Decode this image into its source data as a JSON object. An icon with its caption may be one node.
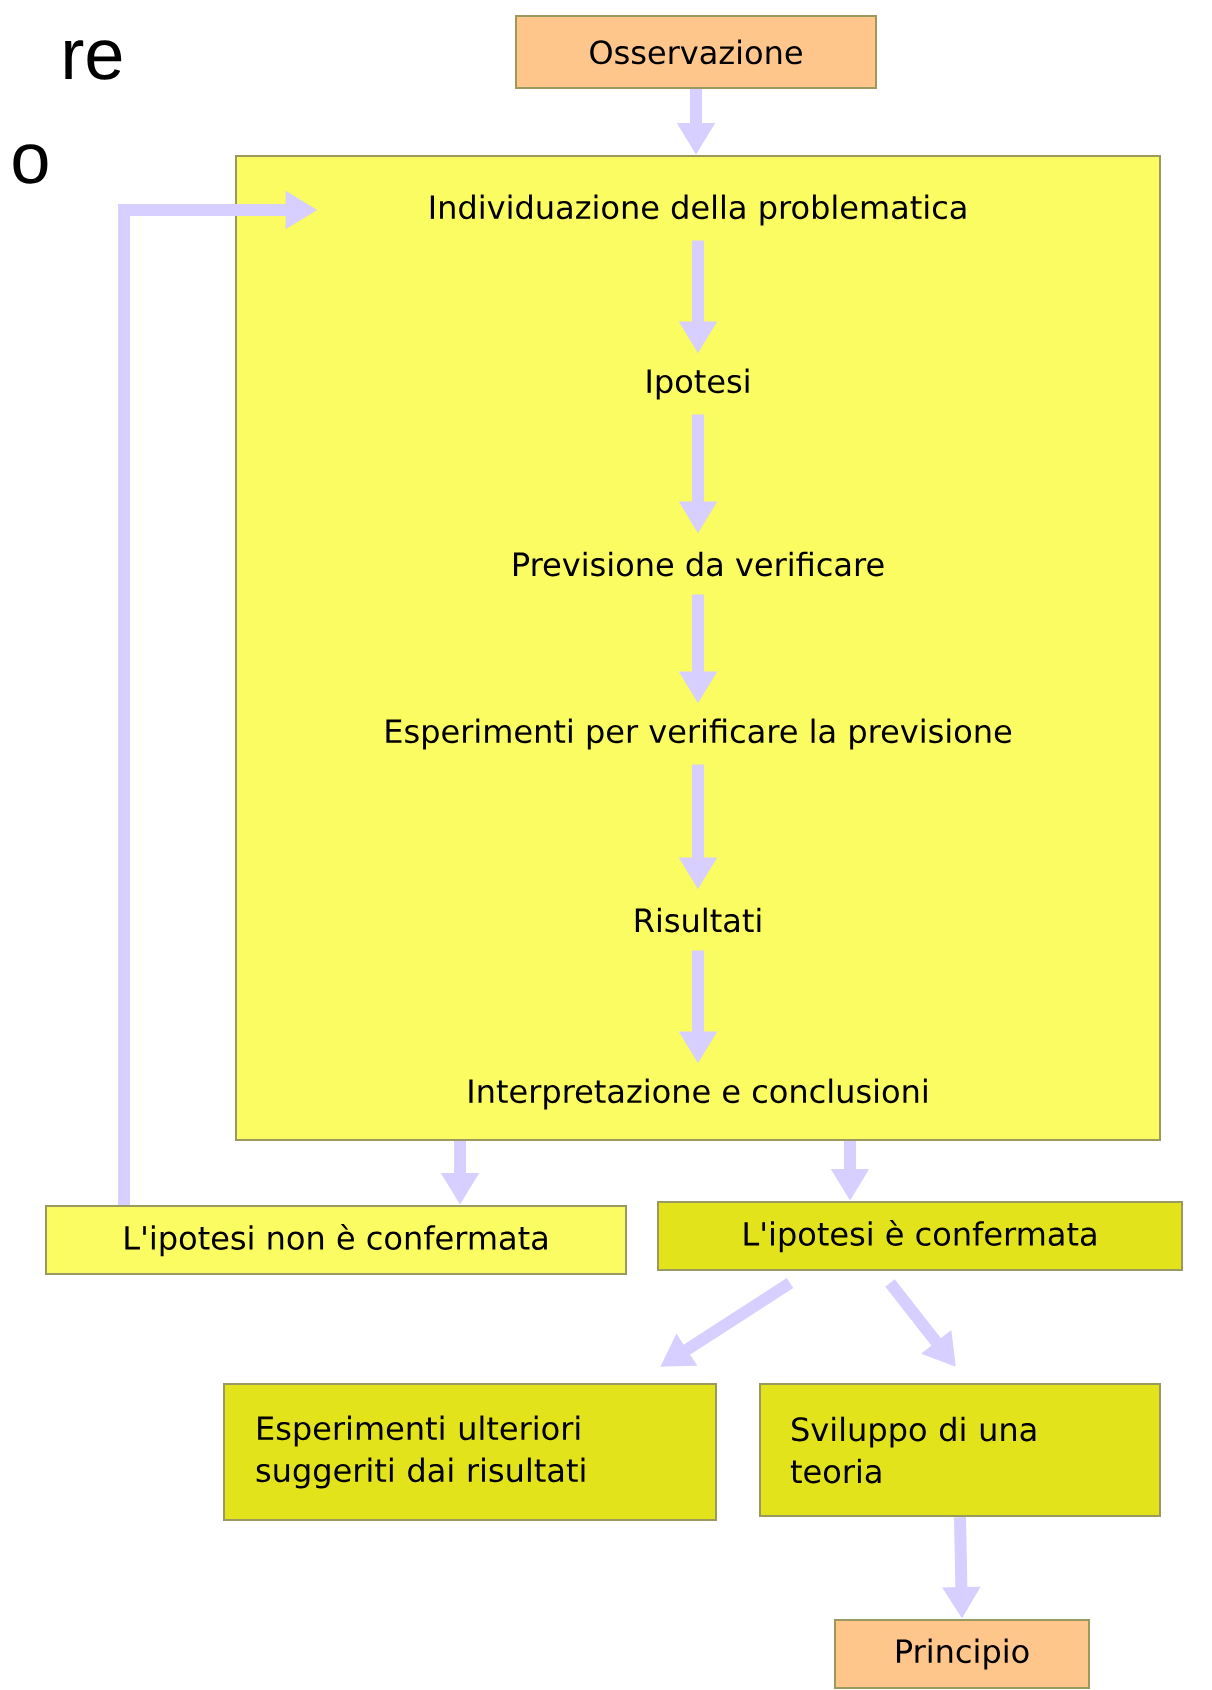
{
  "diagram": {
    "nodes": [
      {
        "text": [
          "Osservazione"
        ]
      },
      {
        "text": [],
        "shape": "box"
      },
      {
        "text": [
          "Individuazione della problematica"
        ],
        "in": 1
      },
      {
        "text": [
          "Ipotesi"
        ],
        "in": 1
      },
      {
        "text": [
          "Previsione da verificare"
        ],
        "in": 1
      },
      {
        "text": [
          "Esperimenti per verificare la previsione"
        ],
        "in": 1
      },
      {
        "text": [
          "Risultati"
        ],
        "in": 1
      },
      {
        "text": [
          "Interpretazione e conclusioni"
        ],
        "in": 1
      },
      {
        "text": [
          "L'ipotesi non è confermata"
        ]
      },
      {
        "text": [
          "L'ipotesi è confermata"
        ]
      },
      {
        "text": [
          "Esperimenti ulteriori suggeriti dai risultati"
        ]
      },
      {
        "text": [
          "Sviluppo di una teoria"
        ]
      },
      {
        "text": [
          "Principio"
        ]
      }
    ],
    "edges": [
      {
        "from": 0,
        "to": 1,
        "arrow": "to"
      },
      {
        "from": 2,
        "to": 3,
        "arrow": "to"
      },
      {
        "from": 3,
        "to": 4,
        "arrow": "to"
      },
      {
        "from": 4,
        "to": 5,
        "arrow": "to"
      },
      {
        "from": 5,
        "to": 6,
        "arrow": "to"
      },
      {
        "from": 6,
        "to": 7,
        "arrow": "to"
      },
      {
        "from": 1,
        "to": 8,
        "arrow": "to"
      },
      {
        "from": 1,
        "to": 9,
        "arrow": "to"
      },
      {
        "from": 8,
        "to": 2,
        "arrow": "to"
      },
      {
        "from": 9,
        "to": 10,
        "arrow": "to"
      },
      {
        "from": 9,
        "to": 11,
        "arrow": "to"
      },
      {
        "from": 11,
        "to": 12,
        "arrow": "to"
      }
    ],
    "labels": [
      "re",
      "o"
    ]
  }
}
